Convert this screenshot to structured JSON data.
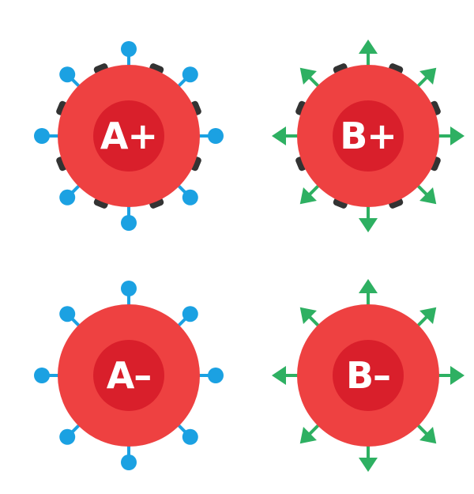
{
  "cells": [
    {
      "label": "A+",
      "antigen": "A",
      "rh_positive": true,
      "antigen_color": "#1ba1e2"
    },
    {
      "label": "B+",
      "antigen": "B",
      "rh_positive": true,
      "antigen_color": "#2eb062"
    },
    {
      "label": "A–",
      "antigen": "A",
      "rh_positive": false,
      "antigen_color": "#1ba1e2"
    },
    {
      "label": "B–",
      "antigen": "B",
      "rh_positive": false,
      "antigen_color": "#2eb062"
    }
  ],
  "colors": {
    "outer_cell": "#ee4141",
    "inner_core": "#d91f2b",
    "rh_marker": "#333333",
    "label_text": "#ffffff"
  }
}
